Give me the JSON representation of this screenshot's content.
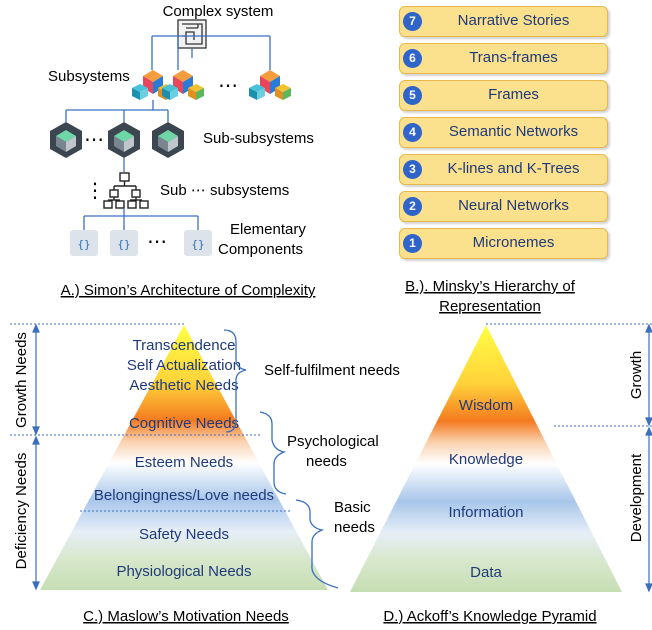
{
  "panel_a": {
    "caption": "A.) Simon’s Architecture of Complexity",
    "complex_system": "Complex system",
    "subsystems": "Subsystems",
    "sub_subsystems": "Sub-subsystems",
    "sub_dots_subsystems": "Sub ⋯ subsystems",
    "elementary_line1": "Elementary",
    "elementary_line2": "Components",
    "ellipsis": "⋯",
    "vdots": "⋮",
    "code_glyph": "{}"
  },
  "panel_b": {
    "caption_line1": "B.). Minsky’s Hierarchy of",
    "caption_line2": "Representation",
    "levels": [
      {
        "num": "7",
        "label": "Narrative  Stories"
      },
      {
        "num": "6",
        "label": "Trans-frames"
      },
      {
        "num": "5",
        "label": "Frames"
      },
      {
        "num": "4",
        "label": "Semantic Networks"
      },
      {
        "num": "3",
        "label": "K-lines and K-Trees"
      },
      {
        "num": "2",
        "label": "Neural Networks"
      },
      {
        "num": "1",
        "label": "Micronemes"
      }
    ]
  },
  "panel_c": {
    "caption": "C.) Maslow’s Motivation Needs",
    "growth_needs": "Growth Needs",
    "deficiency_needs": "Deficiency Needs",
    "levels": [
      "Transcendence",
      "Self Actualization",
      "Aesthetic Needs",
      "Cognitive Needs",
      "Esteem Needs",
      "Belongingness/Love needs",
      "Safety Needs",
      "Physiological Needs"
    ],
    "brace_self_fulfilment": "Self-fulfilment needs",
    "brace_psychological_line1": "Psychological",
    "brace_psychological_line2": "needs",
    "brace_basic_line1": "Basic",
    "brace_basic_line2": "needs"
  },
  "panel_d": {
    "caption": "D.) Ackoff’s Knowledge Pyramid",
    "levels": [
      "Wisdom",
      "Knowledge",
      "Information",
      "Data"
    ],
    "growth": "Growth",
    "development": "Development"
  }
}
